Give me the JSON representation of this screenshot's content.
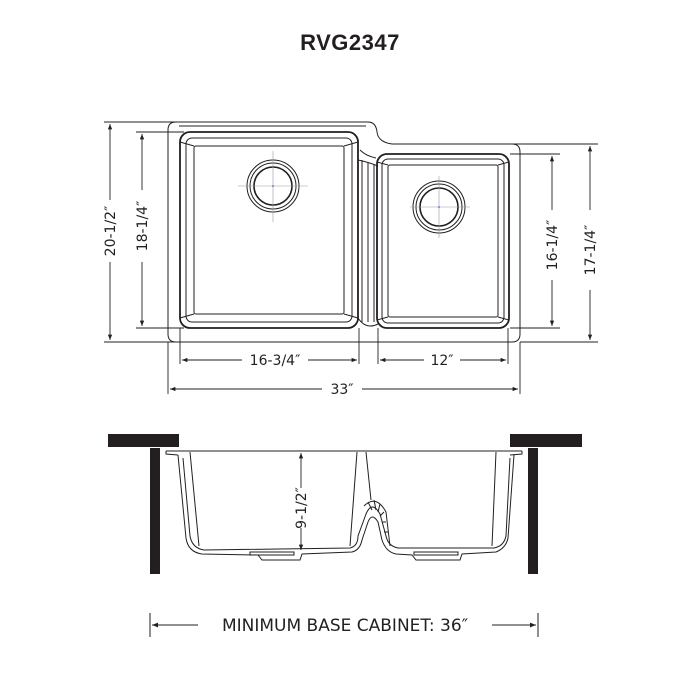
{
  "title": "RVG2347",
  "top_view": {
    "dimensions": {
      "overall_depth": "20-1/2″",
      "left_bowl_depth": "18-1/4″",
      "right_bowl_depth": "16-1/4″",
      "right_overall_depth": "17-1/4″",
      "left_bowl_width": "16-3/4″",
      "right_bowl_width": "12″",
      "overall_width": "33″"
    }
  },
  "side_view": {
    "dimensions": {
      "bowl_depth": "9-1/2″"
    }
  },
  "footer": {
    "min_cabinet": "MINIMUM BASE CABINET: 36″"
  },
  "colors": {
    "line": "#231f20",
    "centerline": "#9a9a9a",
    "center_dot": "#3b3bd6"
  }
}
